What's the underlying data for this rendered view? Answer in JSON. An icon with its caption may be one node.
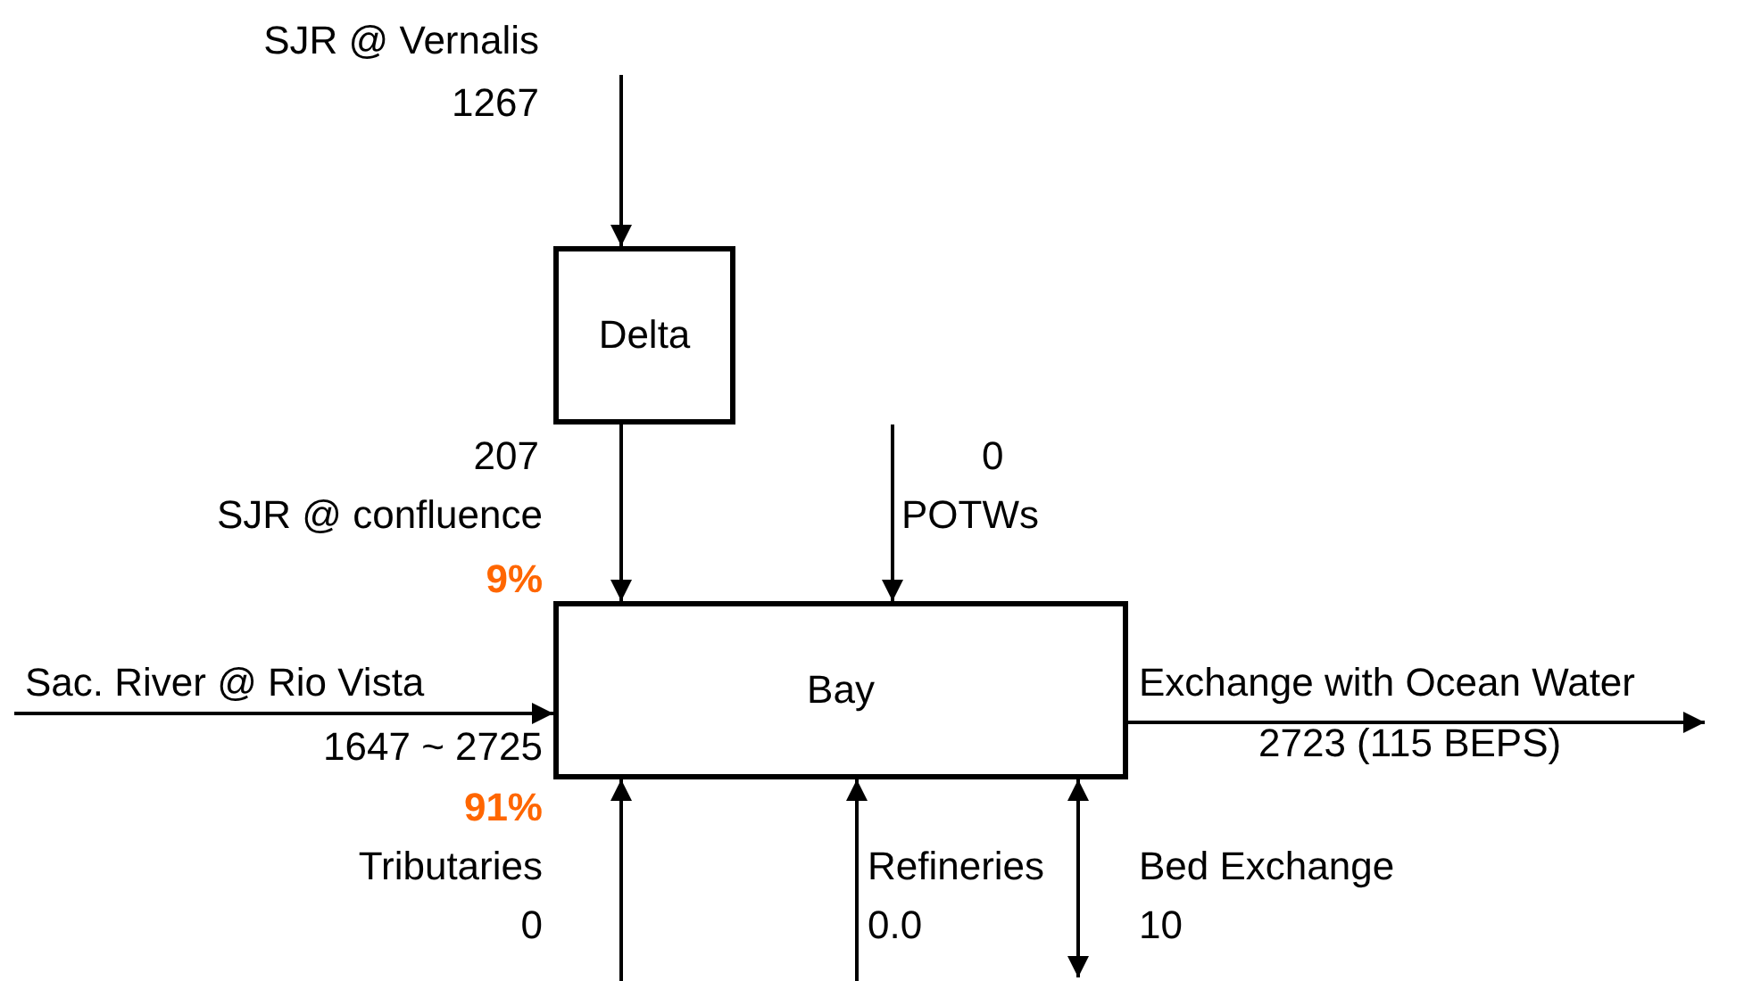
{
  "diagram": {
    "nodes": [
      {
        "text": [
          "Delta"
        ]
      },
      {
        "text": [
          "Bay"
        ]
      }
    ],
    "edges": [
      {
        "from": null,
        "to": 0,
        "arrow": "to"
      },
      {
        "from": 0,
        "to": 1,
        "arrow": "to"
      },
      {
        "from": null,
        "to": 1,
        "arrow": "to"
      },
      {
        "from": null,
        "to": 1,
        "arrow": "to"
      },
      {
        "from": 1,
        "to": null,
        "arrow": "to"
      },
      {
        "from": null,
        "to": 1,
        "arrow": "to"
      },
      {
        "from": null,
        "to": 1,
        "arrow": "to"
      },
      {
        "from": null,
        "to": 1,
        "arrow": "both"
      }
    ],
    "labels": [
      "SJR @ Vernalis",
      "1267",
      "207",
      "SJR @ confluence",
      "9%",
      "0",
      "POTWs",
      "Sac. River @ Rio Vista",
      "1647 ~ 2725",
      "91%",
      "Exchange with Ocean Water",
      "2723 (115 BEPS)",
      "Tributaries",
      "0",
      "Refineries",
      "0.0",
      "Bed Exchange",
      "10"
    ]
  }
}
